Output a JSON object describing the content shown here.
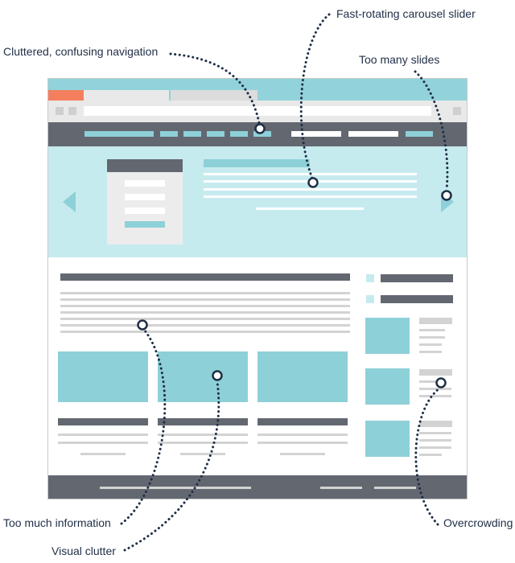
{
  "callouts": {
    "fast_rotating": "Fast-rotating carousel slider",
    "cluttered_nav": "Cluttered, confusing navigation",
    "too_many_slides": "Too many slides",
    "too_much_info": "Too much information",
    "overcrowding": "Overcrowding",
    "visual_clutter": "Visual clutter"
  },
  "colors": {
    "browser_frame": "#e9e9e9",
    "title_bar": "#92d2da",
    "active_tab": "#f47f5f",
    "nav_bar": "#636770",
    "accent": "#8ed0d8",
    "hero_bg": "#c6ebef",
    "text_line": "#d3d3d3",
    "heading": "#636770",
    "callout": "#1f2e46"
  }
}
